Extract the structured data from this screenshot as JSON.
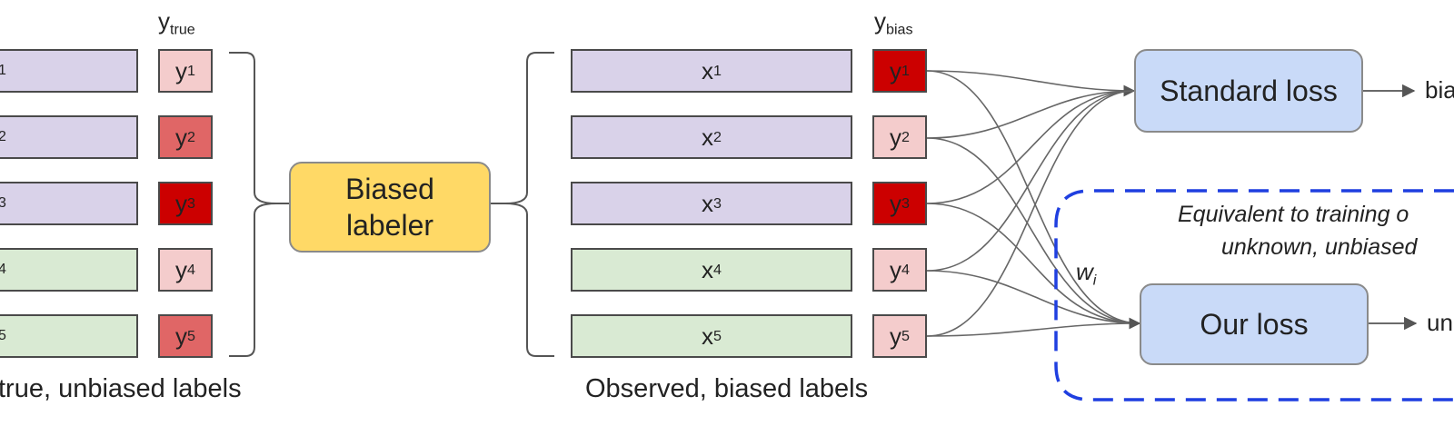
{
  "left_group": {
    "header_base": "y",
    "header_sub": "true",
    "feature_subs": [
      "1",
      "2",
      "3",
      "4",
      "5"
    ],
    "labels": [
      {
        "base": "y",
        "sub": "1"
      },
      {
        "base": "y",
        "sub": "2"
      },
      {
        "base": "y",
        "sub": "3"
      },
      {
        "base": "y",
        "sub": "4"
      },
      {
        "base": "y",
        "sub": "5"
      }
    ],
    "caption": "true, unbiased labels"
  },
  "labeler": {
    "line1": "Biased",
    "line2": "labeler"
  },
  "mid_group": {
    "header_base": "y",
    "header_sub": "bias",
    "features": [
      {
        "base": "x",
        "sub": "1"
      },
      {
        "base": "x",
        "sub": "2"
      },
      {
        "base": "x",
        "sub": "3"
      },
      {
        "base": "x",
        "sub": "4"
      },
      {
        "base": "x",
        "sub": "5"
      }
    ],
    "labels": [
      {
        "base": "y",
        "sub": "1"
      },
      {
        "base": "y",
        "sub": "2"
      },
      {
        "base": "y",
        "sub": "3"
      },
      {
        "base": "y",
        "sub": "4"
      },
      {
        "base": "y",
        "sub": "5"
      }
    ],
    "caption": "Observed, biased labels"
  },
  "standard_loss": {
    "label": "Standard loss",
    "output": "bia"
  },
  "our_loss": {
    "label": "Our loss",
    "output": "un"
  },
  "weight": {
    "base": "w",
    "sub": "i"
  },
  "equivalence": {
    "line1": "Equivalent to training o",
    "line2": "unknown, unbiased"
  },
  "colors": {
    "feature_purple": "#d9d2e9",
    "feature_green": "#d9ead3",
    "label_light": "#f4cccc",
    "label_mid": "#e06666",
    "label_strong": "#cc0000",
    "labeler_fill": "#ffd966",
    "loss_fill": "#c9daf8",
    "dash_blue": "#1f3fe0"
  }
}
